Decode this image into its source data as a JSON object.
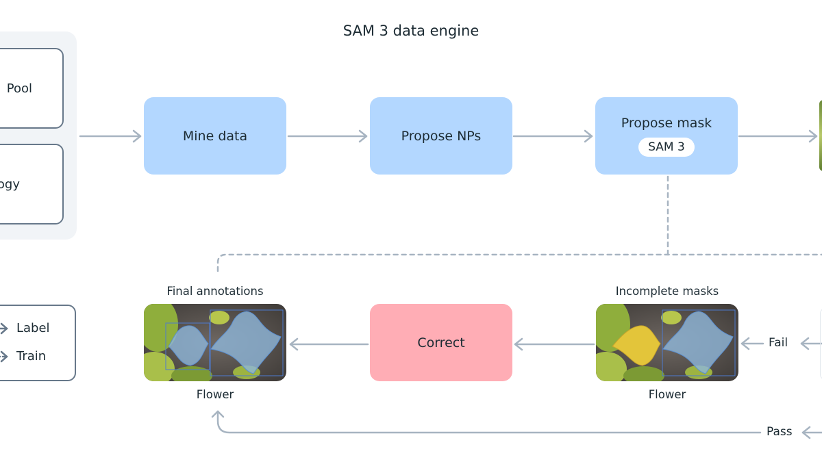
{
  "title": "SAM 3 data engine",
  "sources": [
    {
      "label": "Pool"
    },
    {
      "label": "ogy"
    }
  ],
  "legend": {
    "label": "Label",
    "train": "Train"
  },
  "pipeline": {
    "mine": "Mine data",
    "propose_nps": "Propose NPs",
    "propose_mask": "Propose mask",
    "model_badge": "SAM 3",
    "correct": "Correct"
  },
  "outputs": {
    "final_title": "Final annotations",
    "final_caption": "Flower",
    "incomplete_title": "Incomplete masks",
    "incomplete_caption": "Flower"
  },
  "branches": {
    "fail": "Fail",
    "pass": "Pass"
  },
  "colors": {
    "step_blue": "#b3d7ff",
    "step_pink": "#ffadb5",
    "arrow": "#a7b4c1",
    "mask": "#8fb7d9"
  }
}
